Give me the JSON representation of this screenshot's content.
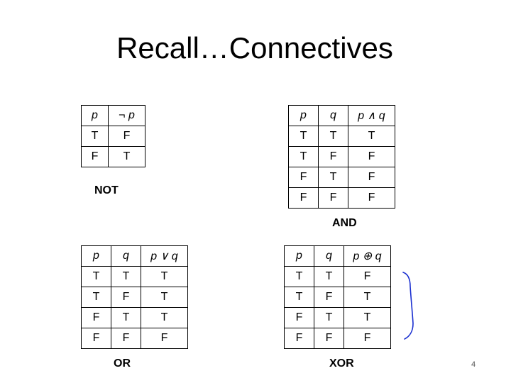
{
  "slide": {
    "title": "Recall…Connectives",
    "page_number": "4"
  },
  "not_table": {
    "headers": [
      "p",
      "¬ p"
    ],
    "rows": [
      [
        "T",
        "F"
      ],
      [
        "F",
        "T"
      ]
    ],
    "label": "NOT"
  },
  "and_table": {
    "headers": [
      "p",
      "q",
      "p ∧ q"
    ],
    "rows": [
      [
        "T",
        "T",
        "T"
      ],
      [
        "T",
        "F",
        "F"
      ],
      [
        "F",
        "T",
        "F"
      ],
      [
        "F",
        "F",
        "F"
      ]
    ],
    "label": "AND"
  },
  "or_table": {
    "headers": [
      "p",
      "q",
      "p ∨ q"
    ],
    "rows": [
      [
        "T",
        "T",
        "T"
      ],
      [
        "T",
        "F",
        "T"
      ],
      [
        "F",
        "T",
        "T"
      ],
      [
        "F",
        "F",
        "F"
      ]
    ],
    "label": "OR"
  },
  "xor_table": {
    "headers": [
      "p",
      "q",
      "p ⊕ q"
    ],
    "rows": [
      [
        "T",
        "T",
        "F"
      ],
      [
        "T",
        "F",
        "T"
      ],
      [
        "F",
        "T",
        "T"
      ],
      [
        "F",
        "F",
        "F"
      ]
    ],
    "label": "XOR"
  },
  "annotation": {
    "ink_color": "#1a2fd0",
    "icon": "handwritten-bracket"
  }
}
